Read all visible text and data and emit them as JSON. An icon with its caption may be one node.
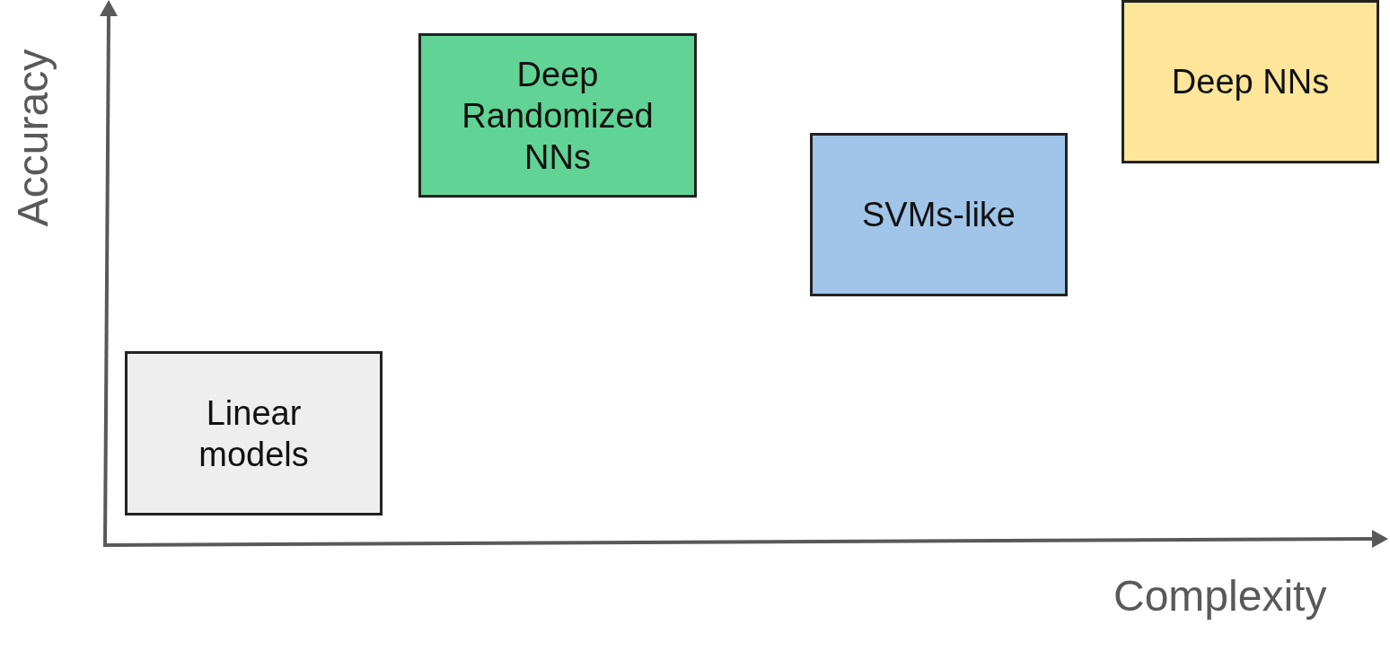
{
  "diagram": {
    "nodes": [
      {
        "text": [
          "Deep Randomized NNs"
        ]
      },
      {
        "text": [
          "Deep NNs"
        ]
      },
      {
        "text": [
          "SVMs-like"
        ]
      },
      {
        "text": [
          "Linear models"
        ]
      }
    ],
    "labels": [
      "Accuracy",
      "Complexity"
    ]
  }
}
